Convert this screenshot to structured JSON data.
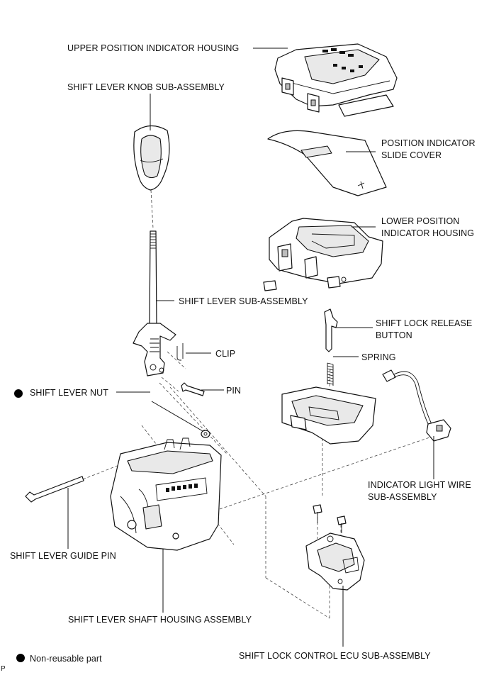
{
  "labels": {
    "upper_position_indicator_housing": "UPPER POSITION INDICATOR HOUSING",
    "shift_lever_knob_sub_assembly": "SHIFT LEVER KNOB SUB-ASSEMBLY",
    "position_indicator_slide_cover_line1": "POSITION INDICATOR",
    "position_indicator_slide_cover_line2": "SLIDE COVER",
    "lower_position_indicator_housing_line1": "LOWER POSITION",
    "lower_position_indicator_housing_line2": "INDICATOR HOUSING",
    "shift_lever_sub_assembly": "SHIFT LEVER SUB-ASSEMBLY",
    "shift_lock_release_button_line1": "SHIFT LOCK RELEASE",
    "shift_lock_release_button_line2": "BUTTON",
    "clip": "CLIP",
    "spring": "SPRING",
    "shift_lever_nut": "SHIFT LEVER NUT",
    "pin": "PIN",
    "indicator_light_wire_line1": "INDICATOR LIGHT WIRE",
    "indicator_light_wire_line2": "SUB-ASSEMBLY",
    "shift_lever_guide_pin": "SHIFT LEVER GUIDE PIN",
    "shift_lever_shaft_housing_assembly": "SHIFT LEVER SHAFT HOUSING ASSEMBLY",
    "shift_lock_control_ecu_sub_assembly": "SHIFT LOCK CONTROL ECU SUB-ASSEMBLY"
  },
  "legend": {
    "non_reusable_part": "Non-reusable part"
  },
  "corner_mark": "P",
  "icons": {
    "non_reusable_marker": "filled-circle-icon"
  },
  "colors": {
    "line": "#111111",
    "background": "#ffffff"
  }
}
